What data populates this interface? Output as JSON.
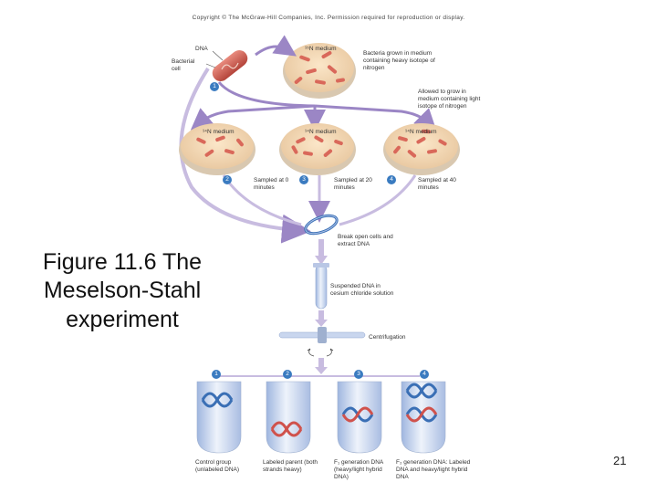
{
  "header": {
    "copyright": "Copyright © The McGraw-Hill Companies, Inc. Permission required for reproduction or display."
  },
  "slide": {
    "title": "Figure 11.6 The Meselson-Stahl experiment",
    "page_number": "21"
  },
  "diagram": {
    "label_dna": "DNA",
    "label_bacterial_cell": "Bacterial cell",
    "label_n15_medium": "¹⁵N medium",
    "label_heavy_growth": "Bacteria grown in medium containing heavy isotope of nitrogen",
    "label_light_growth": "Allowed to grow in medium containing light isotope of nitrogen",
    "label_n14_medium": "¹⁴N medium",
    "sample_0": "Sampled at 0 minutes",
    "sample_20": "Sampled at 20 minutes",
    "sample_40": "Sampled at 40 minutes",
    "label_break_cells": "Break open cells and extract DNA",
    "label_suspended": "Suspended DNA in cesium chloride solution",
    "label_centrifugation": "Centrifugation",
    "steps": [
      "1",
      "2",
      "3",
      "4"
    ],
    "tube_control": "Control group (unlabeled DNA)",
    "tube_parent": "Labeled parent (both strands heavy)",
    "tube_f1": "F₁ generation DNA (heavy/light hybrid DNA)",
    "tube_f2": "F₂ generation DNA: Labeled DNA and heavy/light hybrid DNA"
  },
  "colors": {
    "dish_fill": "#f3d9b4",
    "bacteria": "#d9685a",
    "arrow": "#9b86c5",
    "tube": "#c9d6ee",
    "dna_heavy": "#3a6fb5",
    "dna_light": "#d0524c",
    "step_circle": "#3a7bc0"
  }
}
